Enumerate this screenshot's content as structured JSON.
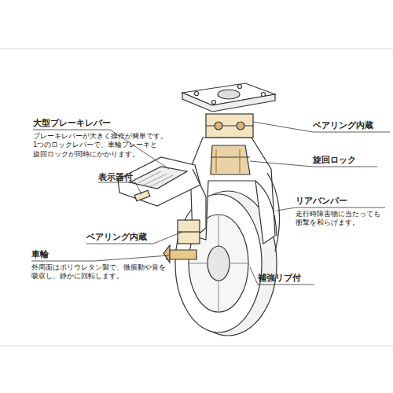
{
  "diagram": {
    "labels": [
      "大型ブレーキレバー",
      "ブレーキレバーが大きく操作が簡単です。 1つのロックレバーで、車輪ブレーキと 旋回ロックが同時にかかります。",
      "表示器付",
      "ベアリング内蔵",
      "旋回ロック",
      "リアバンパー",
      "走行時障害物に当たっても 衝撃を和らげます。",
      "ベアリング内蔵",
      "車輪",
      "外周面はポリウレタン製で、微振動や音を 吸収し、静かに回転します。",
      "補強リブ付"
    ]
  }
}
